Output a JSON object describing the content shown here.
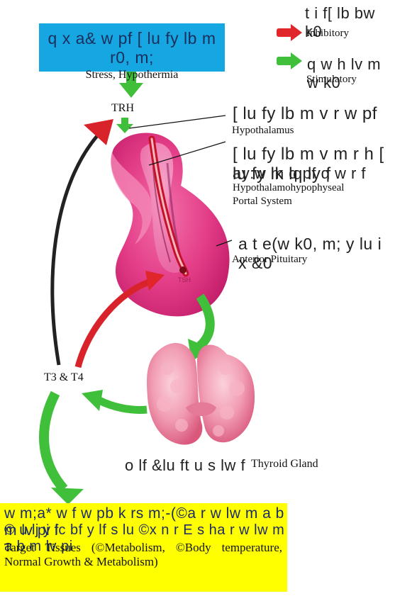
{
  "legend": {
    "title_glyphs": "t i f[ lb bw k0",
    "inhibitory_label": "Inhibitory",
    "stimulatory_glyphs": "q w h lv m w k0",
    "stimulatory_label": "Stimulatory",
    "inhibitory_color": "#e0252b",
    "stimulatory_color": "#3fbf3a"
  },
  "stress_box": {
    "glyphs": "q x a& w pf [ lu fy lb m r0, m;",
    "label": "Stress, Hypothermia",
    "color": "#16a6e2"
  },
  "trh": {
    "label": "TRH"
  },
  "hypothalamus": {
    "glyphs": "[ lu fy lb m v r w pf",
    "label": "Hypothalamus"
  },
  "portal_system": {
    "glyphs_line1": "[ lu fy lb m v m r h [ lu fy lk lq ly f",
    "glyphs_line2": "ay:w m q pf q w r f",
    "label_line1": "Hypothalamohypophyseal",
    "label_line2": "Portal System"
  },
  "anterior_pituitary": {
    "glyphs": "a t e(w k0, m; y lu i x &0",
    "label": "Anterior Pituitary"
  },
  "tsh": {
    "label": "TSH"
  },
  "t3t4": {
    "label": "T3  & T4"
  },
  "thyroid": {
    "glyphs": "o lf &lu ft u s lw f",
    "label": "Thyroid Gland"
  },
  "target_box": {
    "glyphs_line1": "w m;a* w f  w pb k rs m;-(©a r w lw m a b m lv pi f",
    "glyphs_line2": "© u lj  y lc bf y lf s lu ©x n r E s ha r w lw m a b m lv pi",
    "text": "Target Tissues (©Metabolism, ©Body temperature,  Normal  Growth  & Metabolism)",
    "color": "#ffff00"
  }
}
